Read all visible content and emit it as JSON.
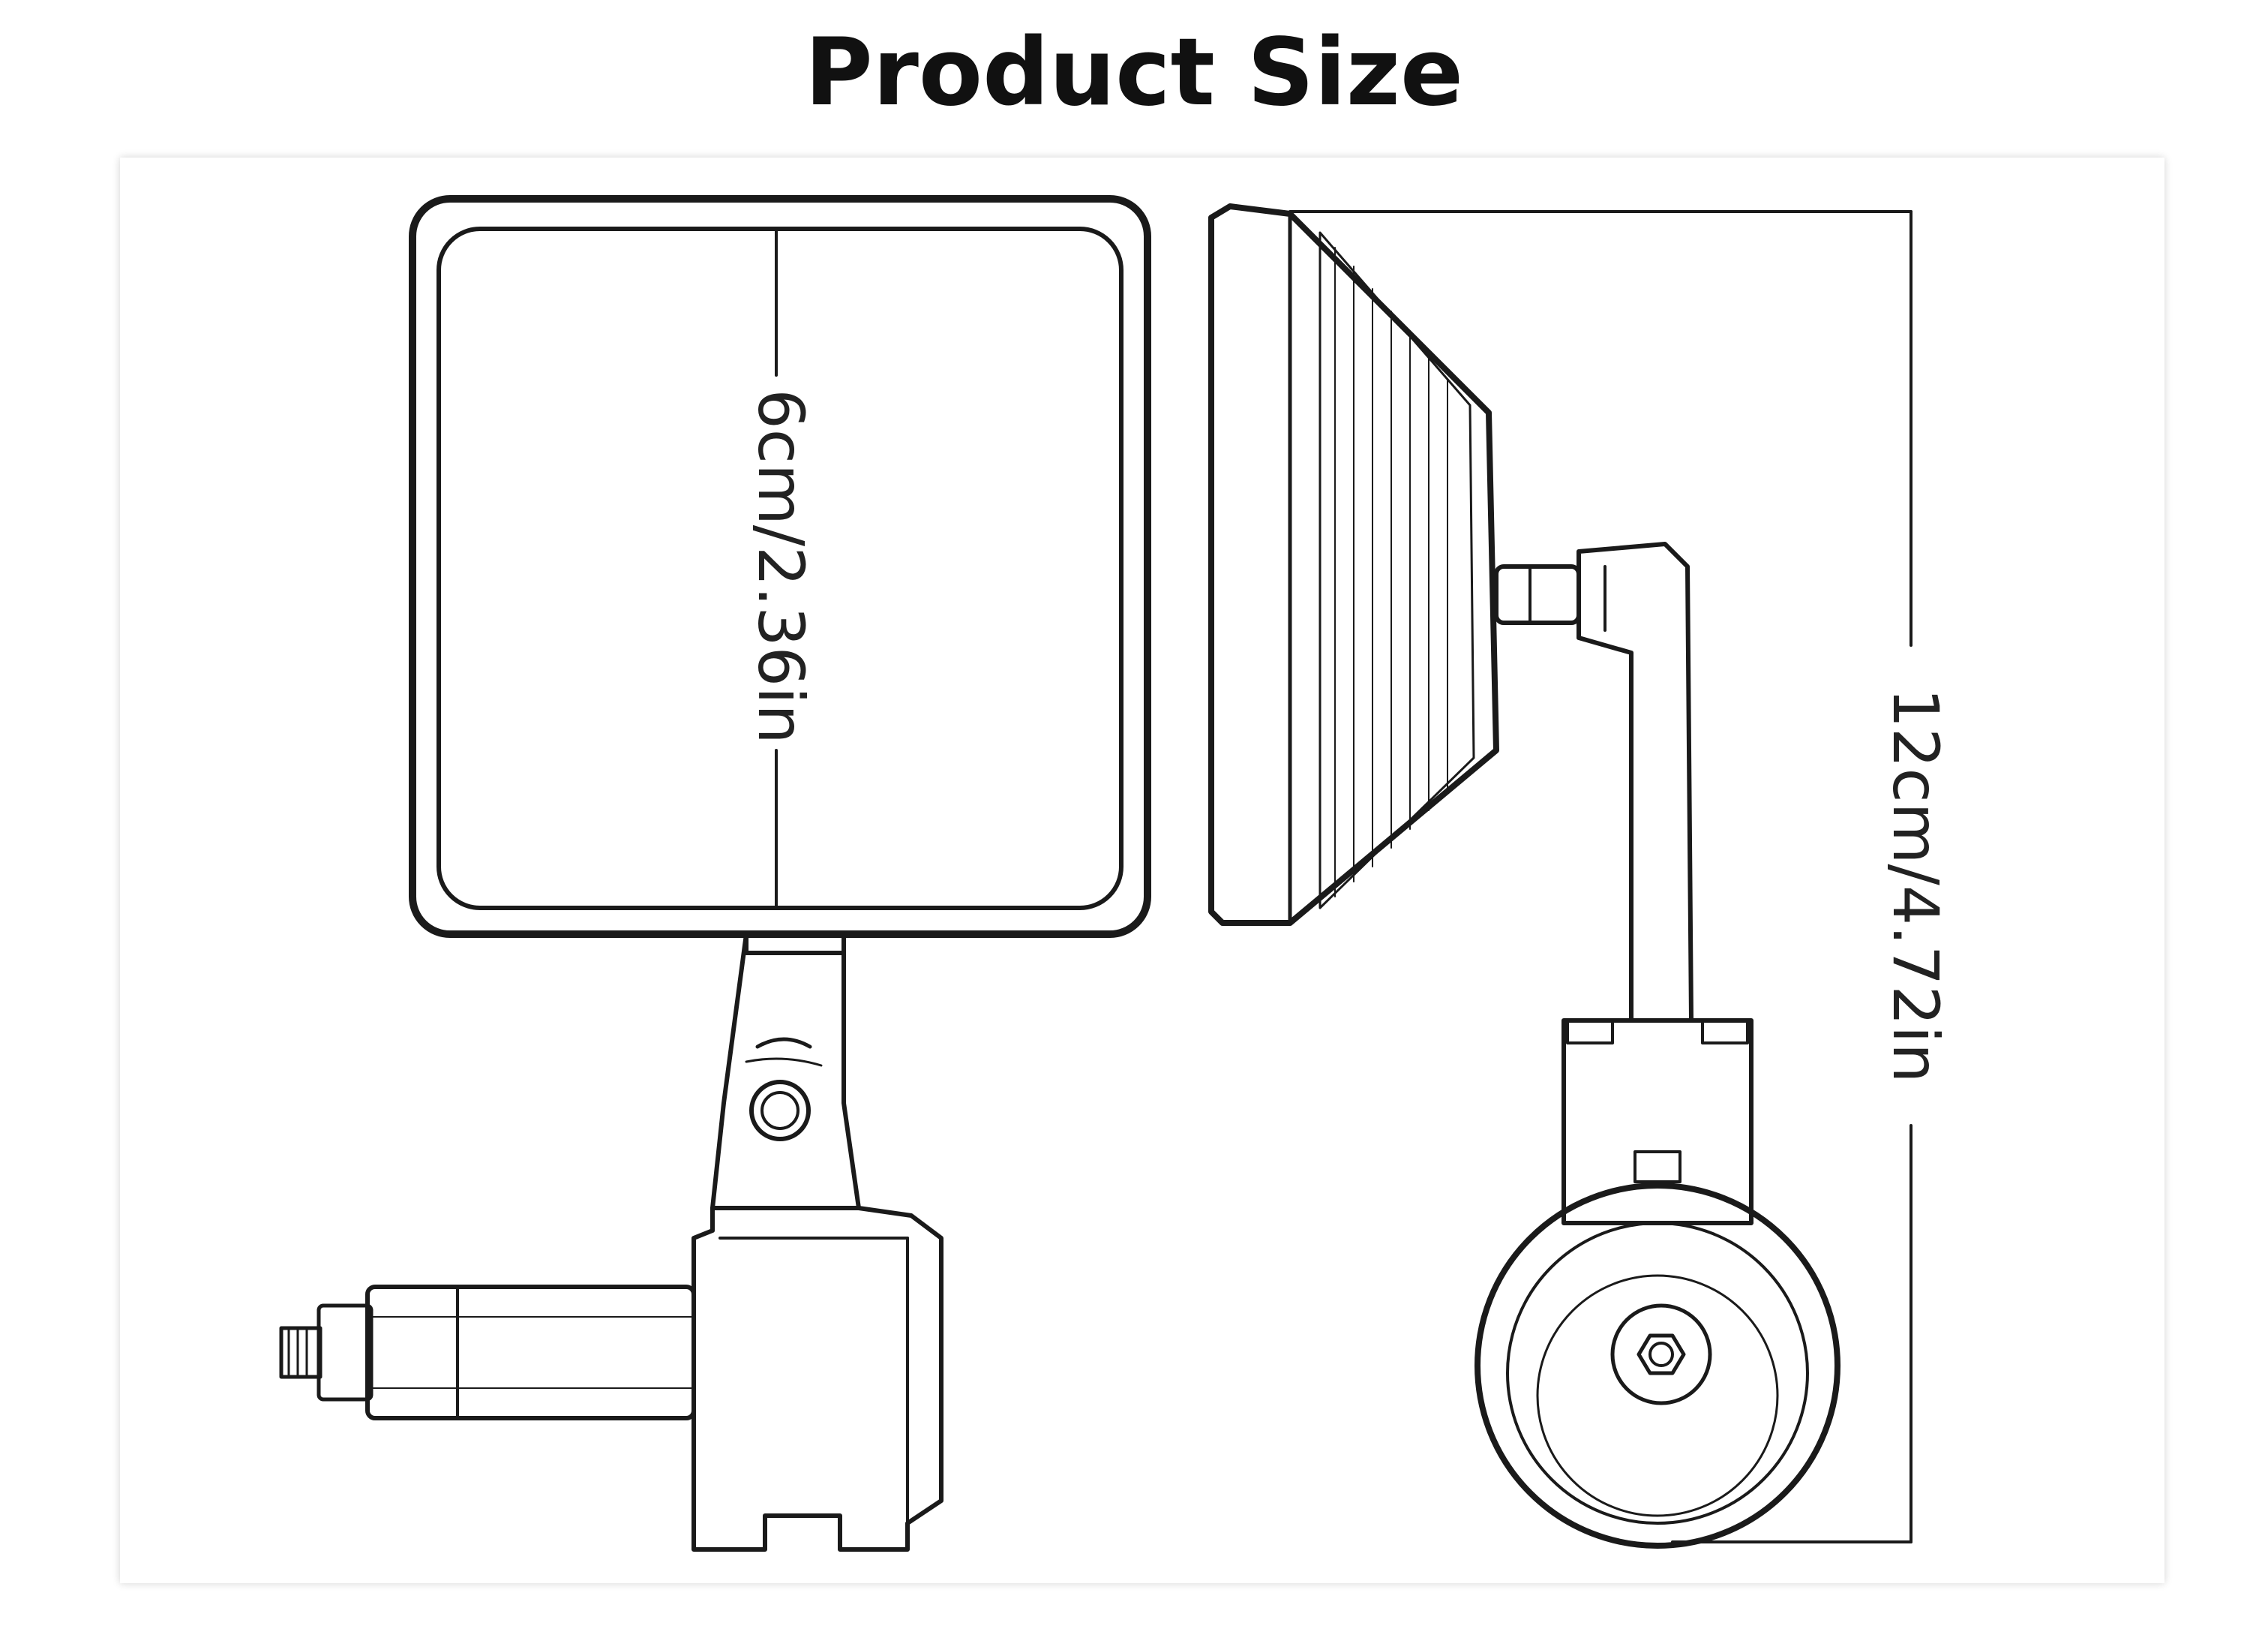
{
  "title": "Product Size",
  "dimensions": {
    "height_label": "6cm/2.36in",
    "total_length_label": "12cm/4.72in"
  },
  "colors": {
    "line": "#1a1a1a",
    "background": "#ffffff"
  }
}
